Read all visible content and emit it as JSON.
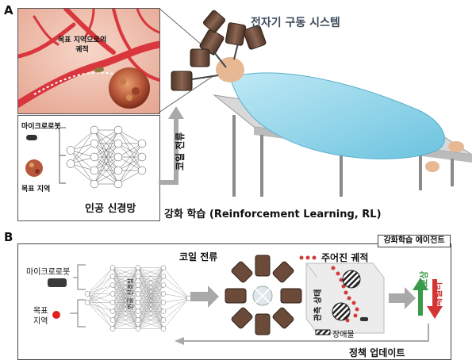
{
  "panel_a": {
    "label": "A",
    "system_title": "전자기 구동 시스템",
    "trajectory_label": "목표 지역으로의\n궤적",
    "microrobot_label": "마이크로로봇",
    "target_label": "목표 지역",
    "nn_label": "인공 신경망",
    "coil_current_label": "코일 전류",
    "rl_label": "강화 학습 (Reinforcement Learning, RL)"
  },
  "panel_b": {
    "label": "B",
    "agent_label": "강화학습 에이전트",
    "microrobot_label": "마이크로로봇",
    "target_label": "목표\n지역",
    "nn_label": "인공 신경망",
    "coil_current_label": "코일 전류",
    "given_trajectory_label": "주어진 궤적",
    "observation_label": "관측 상태",
    "obstacle_label": "장애물",
    "reward_label": "보상",
    "penalty_label": "패널티",
    "policy_update_label": "정책 업데이트"
  },
  "colors": {
    "vessel": "#d9363e",
    "tissue": "#efc2b0",
    "coil_brown": "#6b4a3a",
    "blanket": "#8fd6ea",
    "arrow_gray": "#a9a9a9",
    "reward_green": "#3a9a4a",
    "penalty_red": "#d43434",
    "target_red": "#e02020"
  }
}
